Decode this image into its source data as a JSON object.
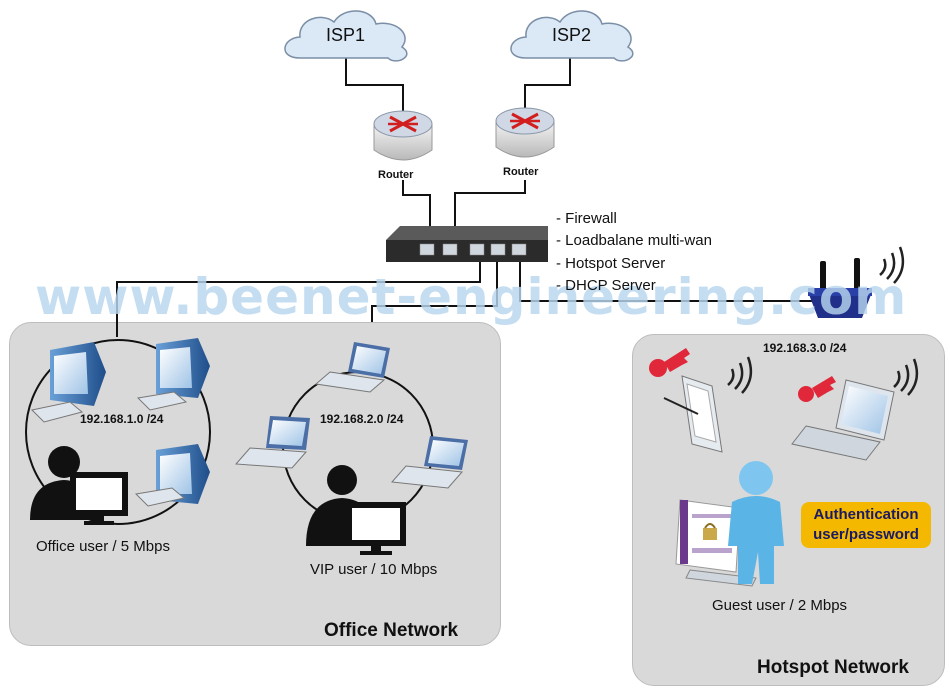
{
  "isps": [
    "ISP1",
    "ISP2"
  ],
  "routers": [
    "Router",
    "Router"
  ],
  "switch_features": [
    "- Firewall",
    "- Loadbalane multi-wan",
    "- Hotspot Server",
    "- DHCP Server"
  ],
  "watermark": "www.beenet-engineering.com",
  "office": {
    "title": "Office Network",
    "subnet_office": "192.168.1.0 /24",
    "subnet_vip": "192.168.2.0 /24",
    "office_user": "Office user / 5 Mbps",
    "vip_user": "VIP user / 10 Mbps"
  },
  "hotspot": {
    "title": "Hotspot Network",
    "subnet": "192.168.3.0 /24",
    "auth": "Authentication\nuser/password",
    "guest_user": "Guest user / 2 Mbps"
  },
  "colors": {
    "zone_fill": "#d9d9d9",
    "cloud_fill": "#dbe8f5",
    "auth_fill": "#f5b800",
    "watermark": "#b8d6ee",
    "router_arrow": "#d21e1e"
  }
}
